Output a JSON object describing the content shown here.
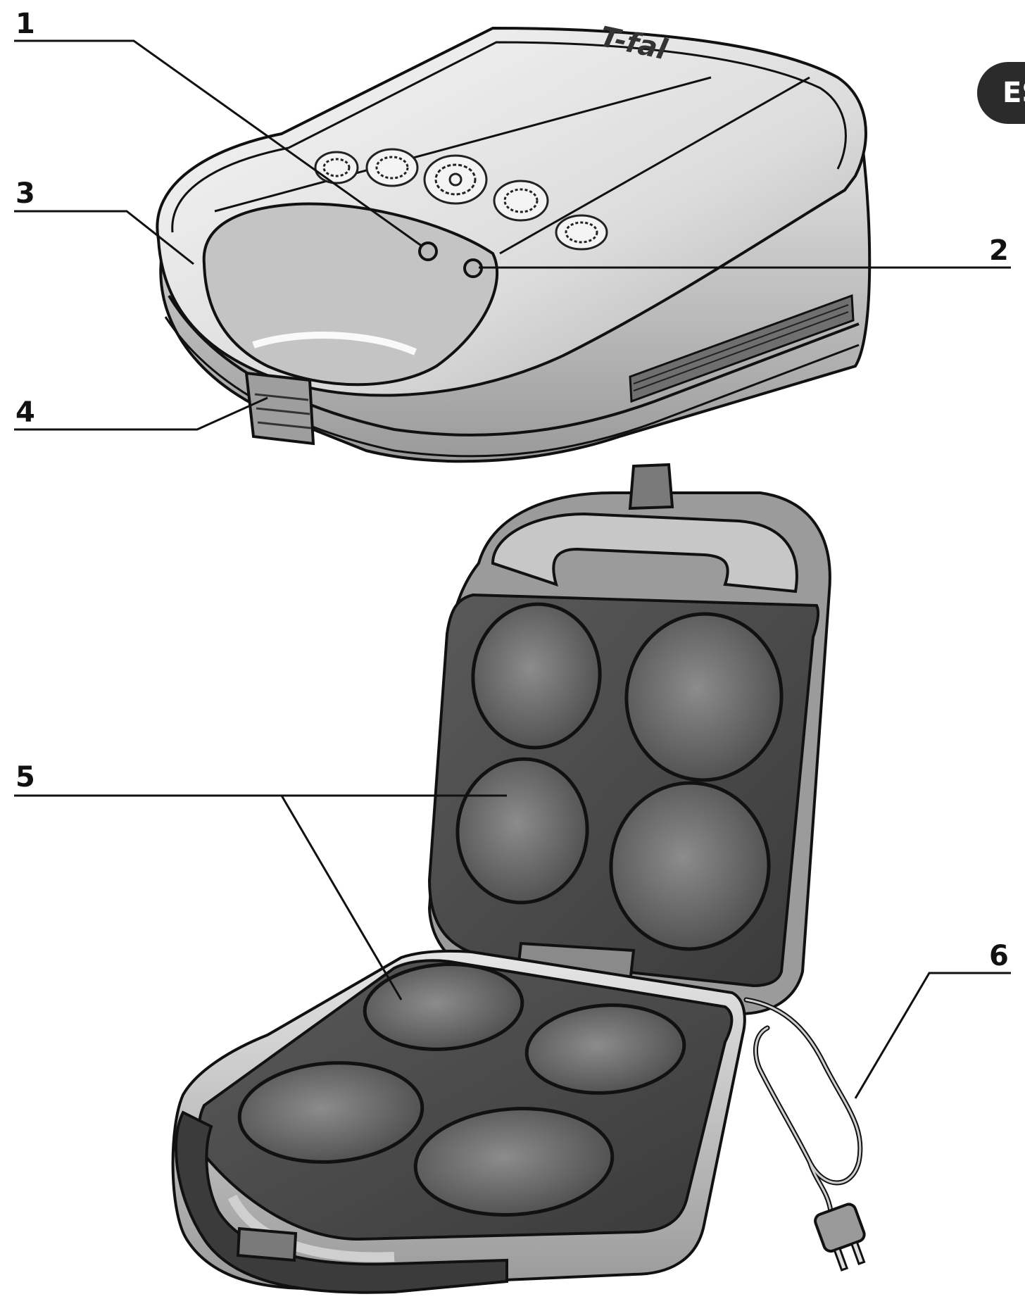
{
  "brand": "T-fal",
  "language_badge": "ES",
  "callouts": [
    {
      "number": "1"
    },
    {
      "number": "2"
    },
    {
      "number": "3"
    },
    {
      "number": "4"
    },
    {
      "number": "5"
    },
    {
      "number": "6"
    }
  ]
}
